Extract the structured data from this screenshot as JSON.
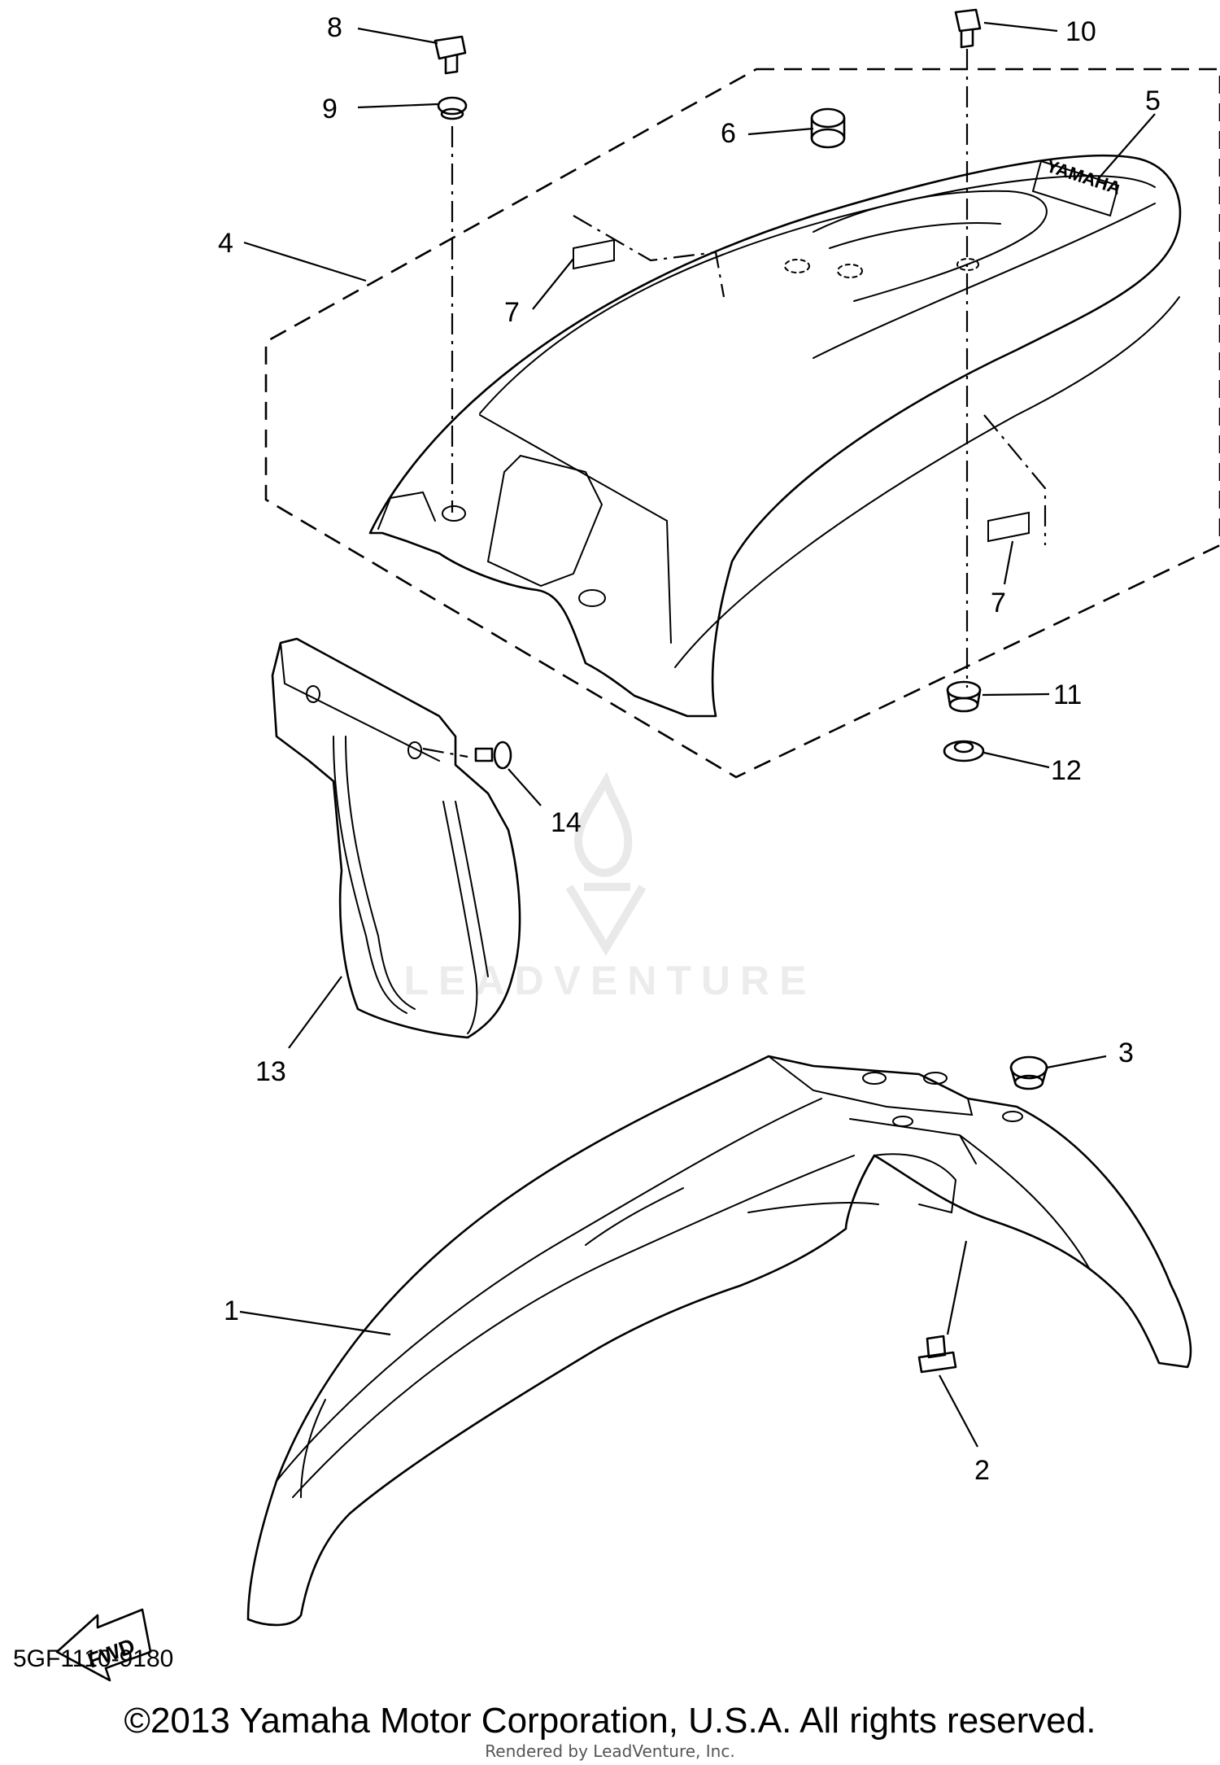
{
  "diagram": {
    "callouts": [
      {
        "id": "c8",
        "label": "8"
      },
      {
        "id": "c9",
        "label": "9"
      },
      {
        "id": "c10",
        "label": "10"
      },
      {
        "id": "c5",
        "label": "5"
      },
      {
        "id": "c6",
        "label": "6"
      },
      {
        "id": "c4",
        "label": "4"
      },
      {
        "id": "c7a",
        "label": "7"
      },
      {
        "id": "c7b",
        "label": "7"
      },
      {
        "id": "c11",
        "label": "11"
      },
      {
        "id": "c12",
        "label": "12"
      },
      {
        "id": "c14",
        "label": "14"
      },
      {
        "id": "c13",
        "label": "13"
      },
      {
        "id": "c3",
        "label": "3"
      },
      {
        "id": "c1",
        "label": "1"
      },
      {
        "id": "c2",
        "label": "2"
      }
    ],
    "part_text": {
      "yamaha": "YAMAHA",
      "fwd": "FWD"
    }
  },
  "footer": {
    "doc_code": "5GF1110-9180",
    "copyright": "©2013 Yamaha Motor Corporation, U.S.A. All rights reserved.",
    "rendered_by": "Rendered by LeadVenture, Inc."
  },
  "watermark": {
    "text": "LEADVENTURE"
  }
}
